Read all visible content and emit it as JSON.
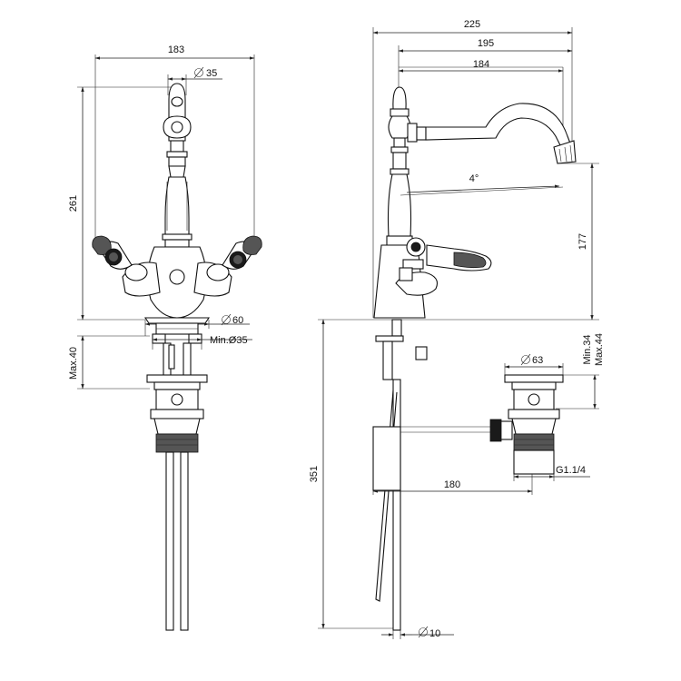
{
  "front_view": {
    "width_label": "183",
    "handle_diameter_label": "35",
    "height_label": "261",
    "base_diameter_label": "60",
    "hole_min_label": "Min.Ø35",
    "max_thickness_label": "Max.40"
  },
  "side_view": {
    "overall_label": "225",
    "spout_outer_label": "195",
    "spout_reach_label": "184",
    "angle_label": "4°",
    "spout_height_label": "177",
    "total_height_label": "351",
    "drain_diameter_label": "63",
    "min_label": "Min.34",
    "max_label": "Max.44",
    "rod_length_label": "180",
    "thread_label": "G1.1/4",
    "rod_diameter_label": "10"
  }
}
